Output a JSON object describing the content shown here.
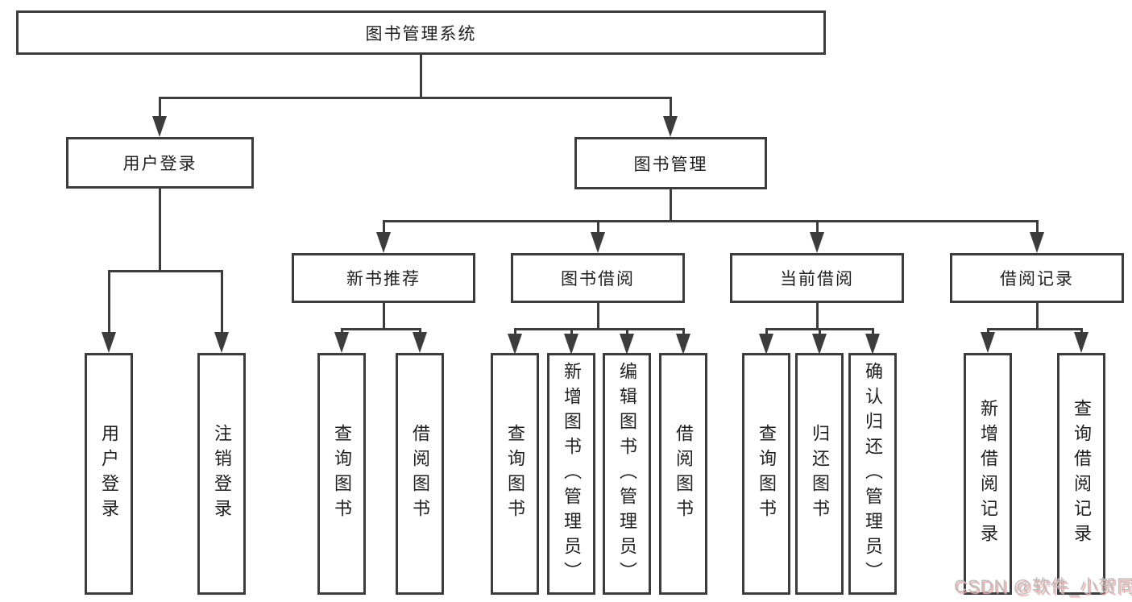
{
  "colors": {
    "line": "#3c3c3c",
    "box_border": "#3c3c3c",
    "text": "#1f1f1f",
    "watermark_color": "#bdbdbd",
    "watermark_shadow": "#e7a8a8",
    "background": "#ffffff"
  },
  "nodes": {
    "root": "图书管理系统",
    "user_login": "用户登录",
    "book_mgmt": "图书管理",
    "new_book_rec": "新书推荐",
    "book_borrow": "图书借阅",
    "current_borrow": "当前借阅",
    "borrow_record": "借阅记录",
    "login_leaf": "用户登录",
    "logout_leaf": "注销登录",
    "rec_query_books": "查询图书",
    "rec_borrow_books": "借阅图书",
    "bb_query_books": "查询图书",
    "bb_add_books": "新增图书（管理员）",
    "bb_edit_books": "编辑图书（管理员）",
    "bb_borrow_books": "借阅图书",
    "cb_query_books": "查询图书",
    "cb_return_books": "归还图书",
    "cb_confirm_return": "确认归还（管理员）",
    "br_add_record": "新增借阅记录",
    "br_query_record": "查询借阅记录"
  },
  "watermark": {
    "text": "CSDN @软件_小贺同学"
  }
}
